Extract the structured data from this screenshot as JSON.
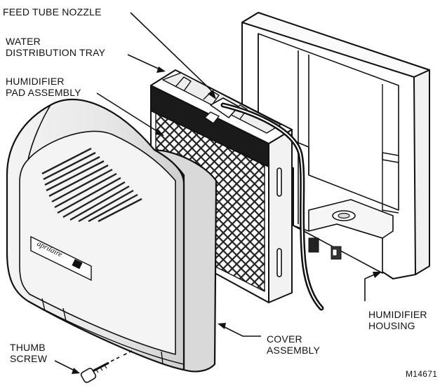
{
  "labels": {
    "feed_tube_nozzle": "FEED TUBE NOZZLE",
    "water_distribution_tray": [
      "WATER",
      "DISTRIBUTION TRAY"
    ],
    "humidifier_pad_assembly": [
      "HUMIDIFIER",
      "PAD ASSEMBLY"
    ],
    "thumb_screw": [
      "THUMB",
      "SCREW"
    ],
    "cover_assembly": [
      "COVER",
      "ASSEMBLY"
    ],
    "humidifier_housing": [
      "HUMIDIFIER",
      "HOUSING"
    ]
  },
  "figure_code": "M14671",
  "brand_text": "aprilaire",
  "colors": {
    "ink": "#111111",
    "paper": "#ffffff",
    "pad_band": "#1a1a1a",
    "cover_shade": "#e8e8e8"
  }
}
